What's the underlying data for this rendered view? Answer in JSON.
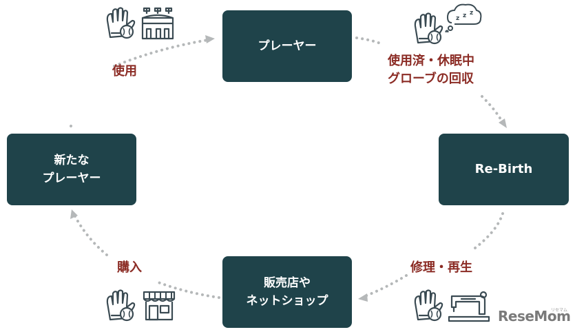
{
  "nodes": {
    "player": "プレーヤー",
    "rebirth": "Re-Birth",
    "shop_line1": "販売店や",
    "shop_line2": "ネットショップ",
    "new_line1": "新たな",
    "new_line2": "プレーヤー"
  },
  "labels": {
    "use": "使用",
    "collect_line1": "使用済・休眠中",
    "collect_line2": "グローブの回収",
    "repair": "修理・再生",
    "purchase": "購入"
  },
  "icons": {
    "top_left": [
      "glove-icon",
      "stadium-icon"
    ],
    "top_right": [
      "glove-icon",
      "sleep-zzz-icon"
    ],
    "bottom_left": [
      "glove-icon",
      "store-icon"
    ],
    "bottom_right": [
      "glove-icon",
      "sewing-machine-icon"
    ]
  },
  "logo": {
    "text": "ReseMom",
    "subtext": "リセマム"
  },
  "colors": {
    "node_fill": "#1f434a",
    "label_text": "#8b2b24",
    "arrow": "#b5b8b9",
    "icon_stroke": "#3a4a52"
  }
}
